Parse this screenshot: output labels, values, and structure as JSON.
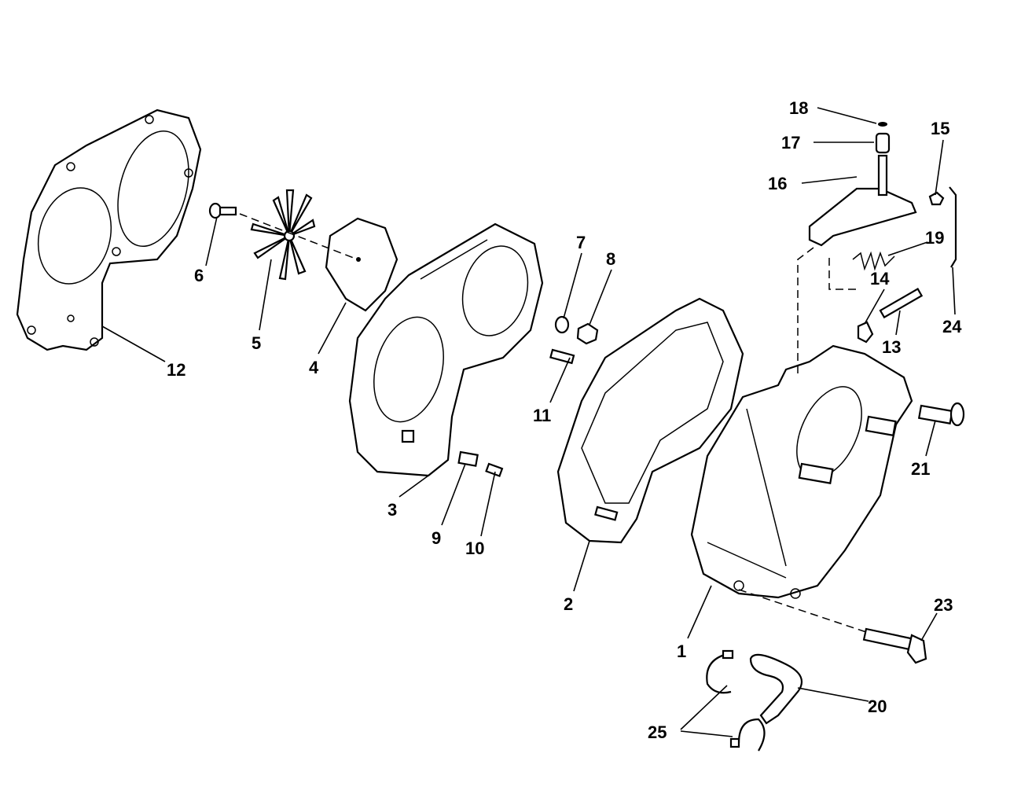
{
  "diagram": {
    "labels": {
      "p1": "1",
      "p2": "2",
      "p3": "3",
      "p4": "4",
      "p5": "5",
      "p6": "6",
      "p7": "7",
      "p8": "8",
      "p9": "9",
      "p10": "10",
      "p11": "11",
      "p12": "12",
      "p13": "13",
      "p14": "14",
      "p15": "15",
      "p16": "16",
      "p17": "17",
      "p18": "18",
      "p19": "19",
      "p20": "20",
      "p21": "21",
      "p23": "23",
      "p24": "24",
      "p25": "25"
    }
  }
}
